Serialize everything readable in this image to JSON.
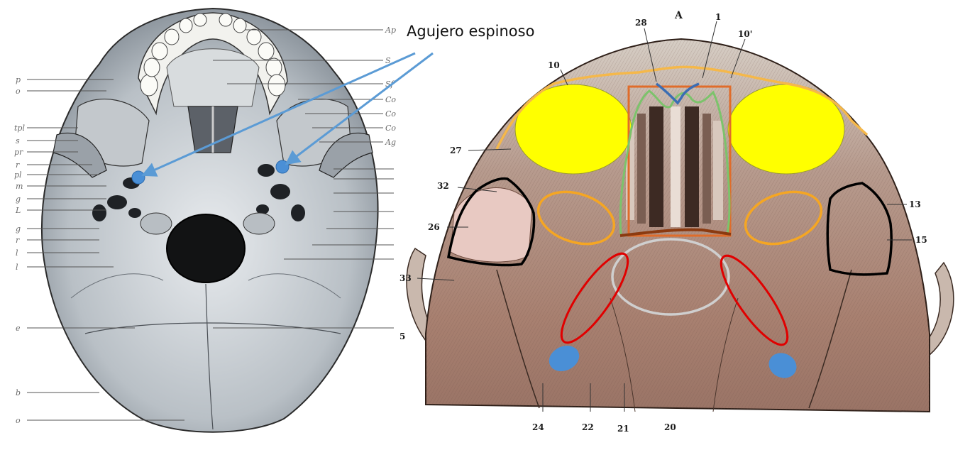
{
  "callout": {
    "text": "Agujero espinoso"
  },
  "left_figure": {
    "right_tick_labels": [
      "Ap",
      "S",
      "Sf",
      "Co",
      "Co",
      "Co",
      "Ag"
    ],
    "left_tick_labels": [
      "p",
      "o",
      "tpl",
      "s",
      "pr",
      "r",
      "pl",
      "m",
      "g",
      "L",
      "g",
      "r",
      "l",
      "l",
      "e",
      "b",
      "o"
    ]
  },
  "right_figure": {
    "top_letter": "A",
    "numbers": {
      "n28": "28",
      "n1": "1",
      "n10p": "10'",
      "n10": "10",
      "n27": "27",
      "n32": "32",
      "n26": "26",
      "n33": "33",
      "n5": "5",
      "n13": "13",
      "n15": "15",
      "n24": "24",
      "n22": "22",
      "n21": "21",
      "n20": "20"
    }
  },
  "colors": {
    "yellow_fill": "#ffff00",
    "orange_ellipse": "#f5a623",
    "red_ellipse": "#e00000",
    "blue_dot": "#4a8fd6",
    "arrow_blue": "#5b9bd5",
    "black_outline": "#000000",
    "orange_rect": "#e06c2a",
    "green_outline": "#7cc36b",
    "grey_ellipse": "#cfcfcf",
    "brown_line": "#8b3a10",
    "tan_line": "#f5b84a"
  }
}
